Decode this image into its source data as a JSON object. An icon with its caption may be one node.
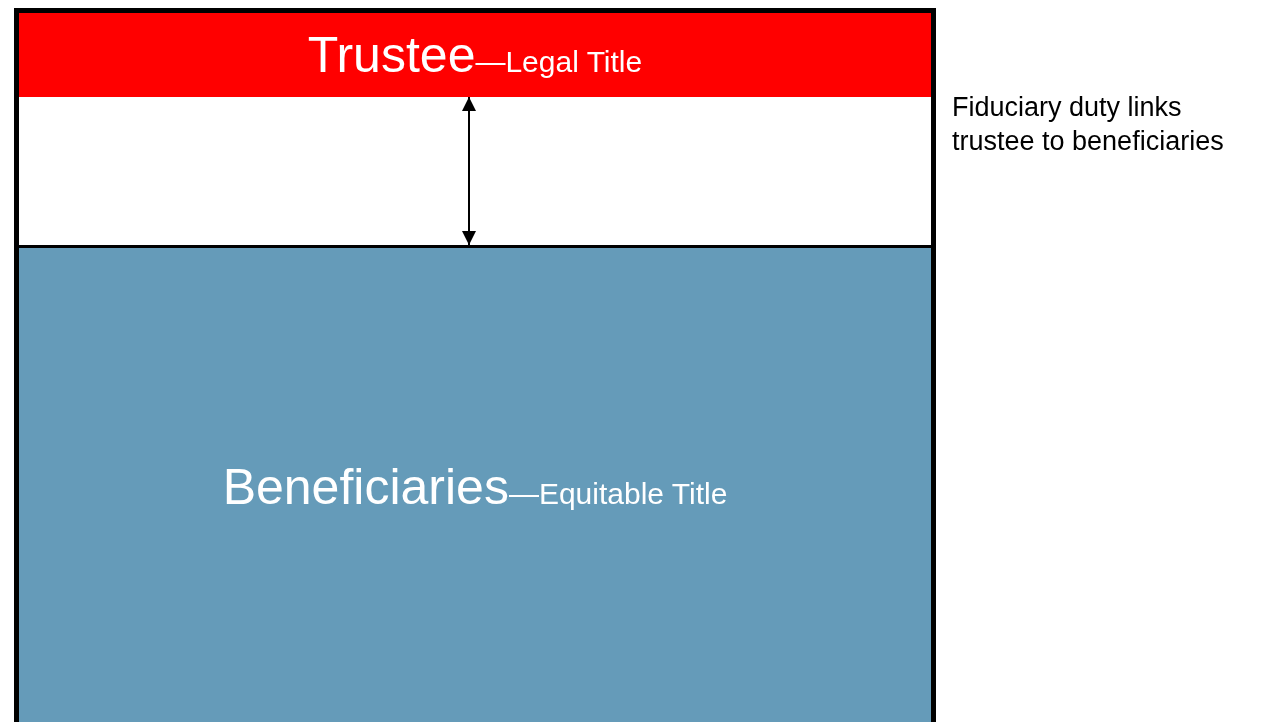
{
  "diagram": {
    "nodes": [
      {
        "text": [],
        "shape": "box"
      },
      {
        "text": [
          "Trustee",
          "—Legal Title"
        ],
        "in": 0
      },
      {
        "text": [
          "Beneficiaries",
          "—Equitable Title"
        ],
        "in": 0
      }
    ],
    "edges": [
      {
        "from": 1,
        "to": 2,
        "arrow": "both"
      }
    ],
    "labels": [
      "Fiduciary duty links trustee to beneficiaries"
    ]
  }
}
